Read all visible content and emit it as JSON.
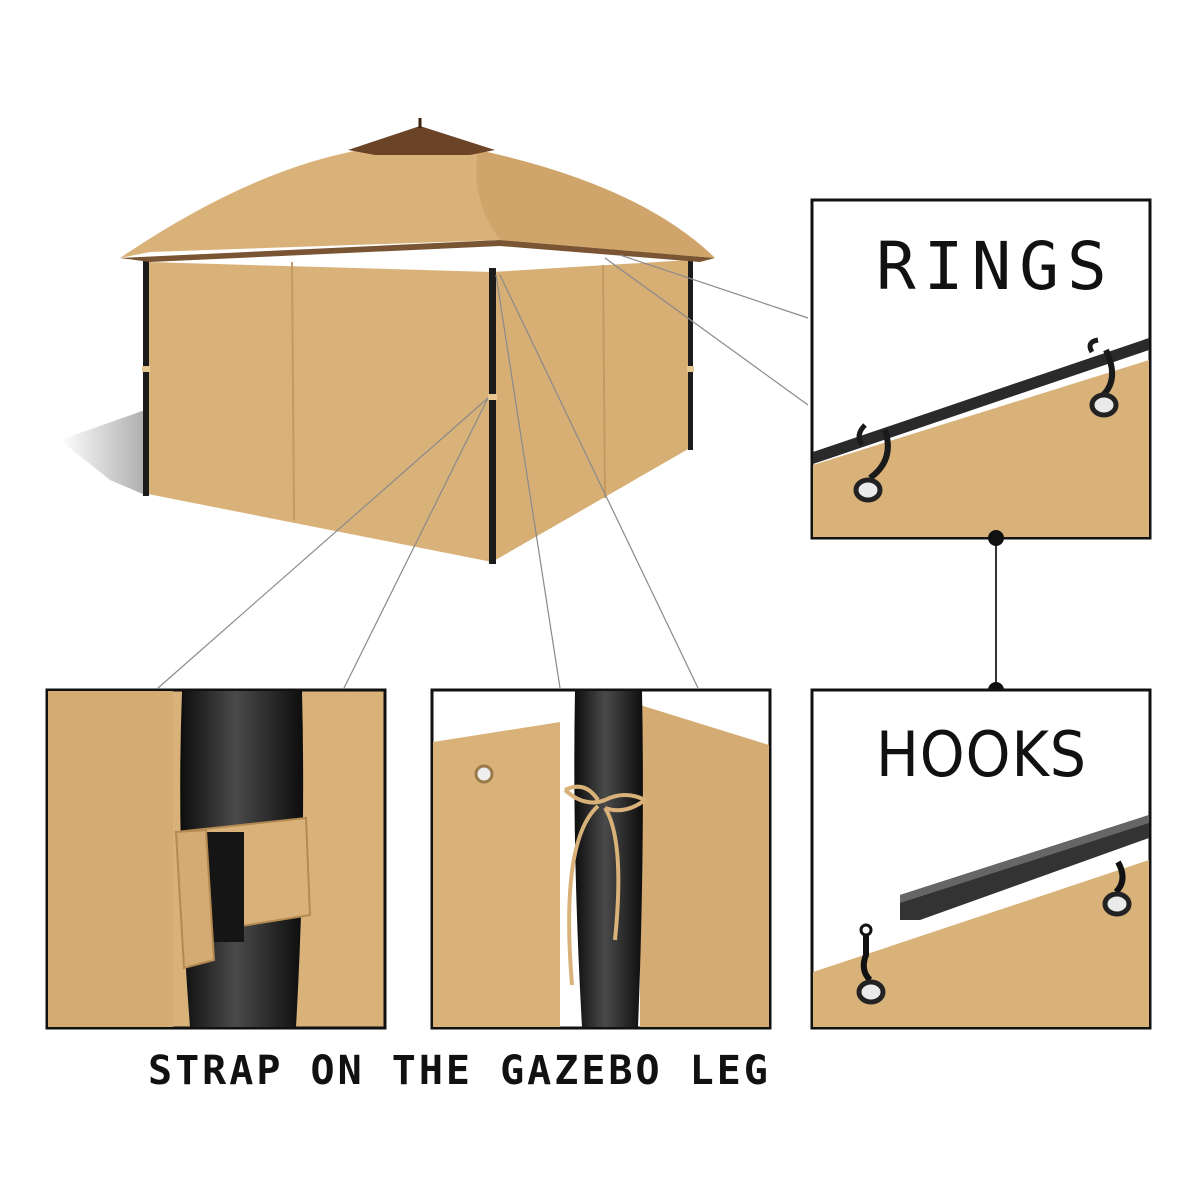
{
  "labels": {
    "rings": "RINGS",
    "hooks": "HOOKS",
    "caption": "STRAP ON THE GAZEBO LEG"
  },
  "colors": {
    "fabric": "#d9b27a",
    "fabric_dark": "#c89f65",
    "roof_shade": "#7a5533",
    "pole": "#1c1c1c",
    "frame": "#111111"
  },
  "icons": [
    "gazebo-illustration",
    "ring-icon",
    "hook-icon",
    "strap-icon",
    "tie-icon"
  ]
}
